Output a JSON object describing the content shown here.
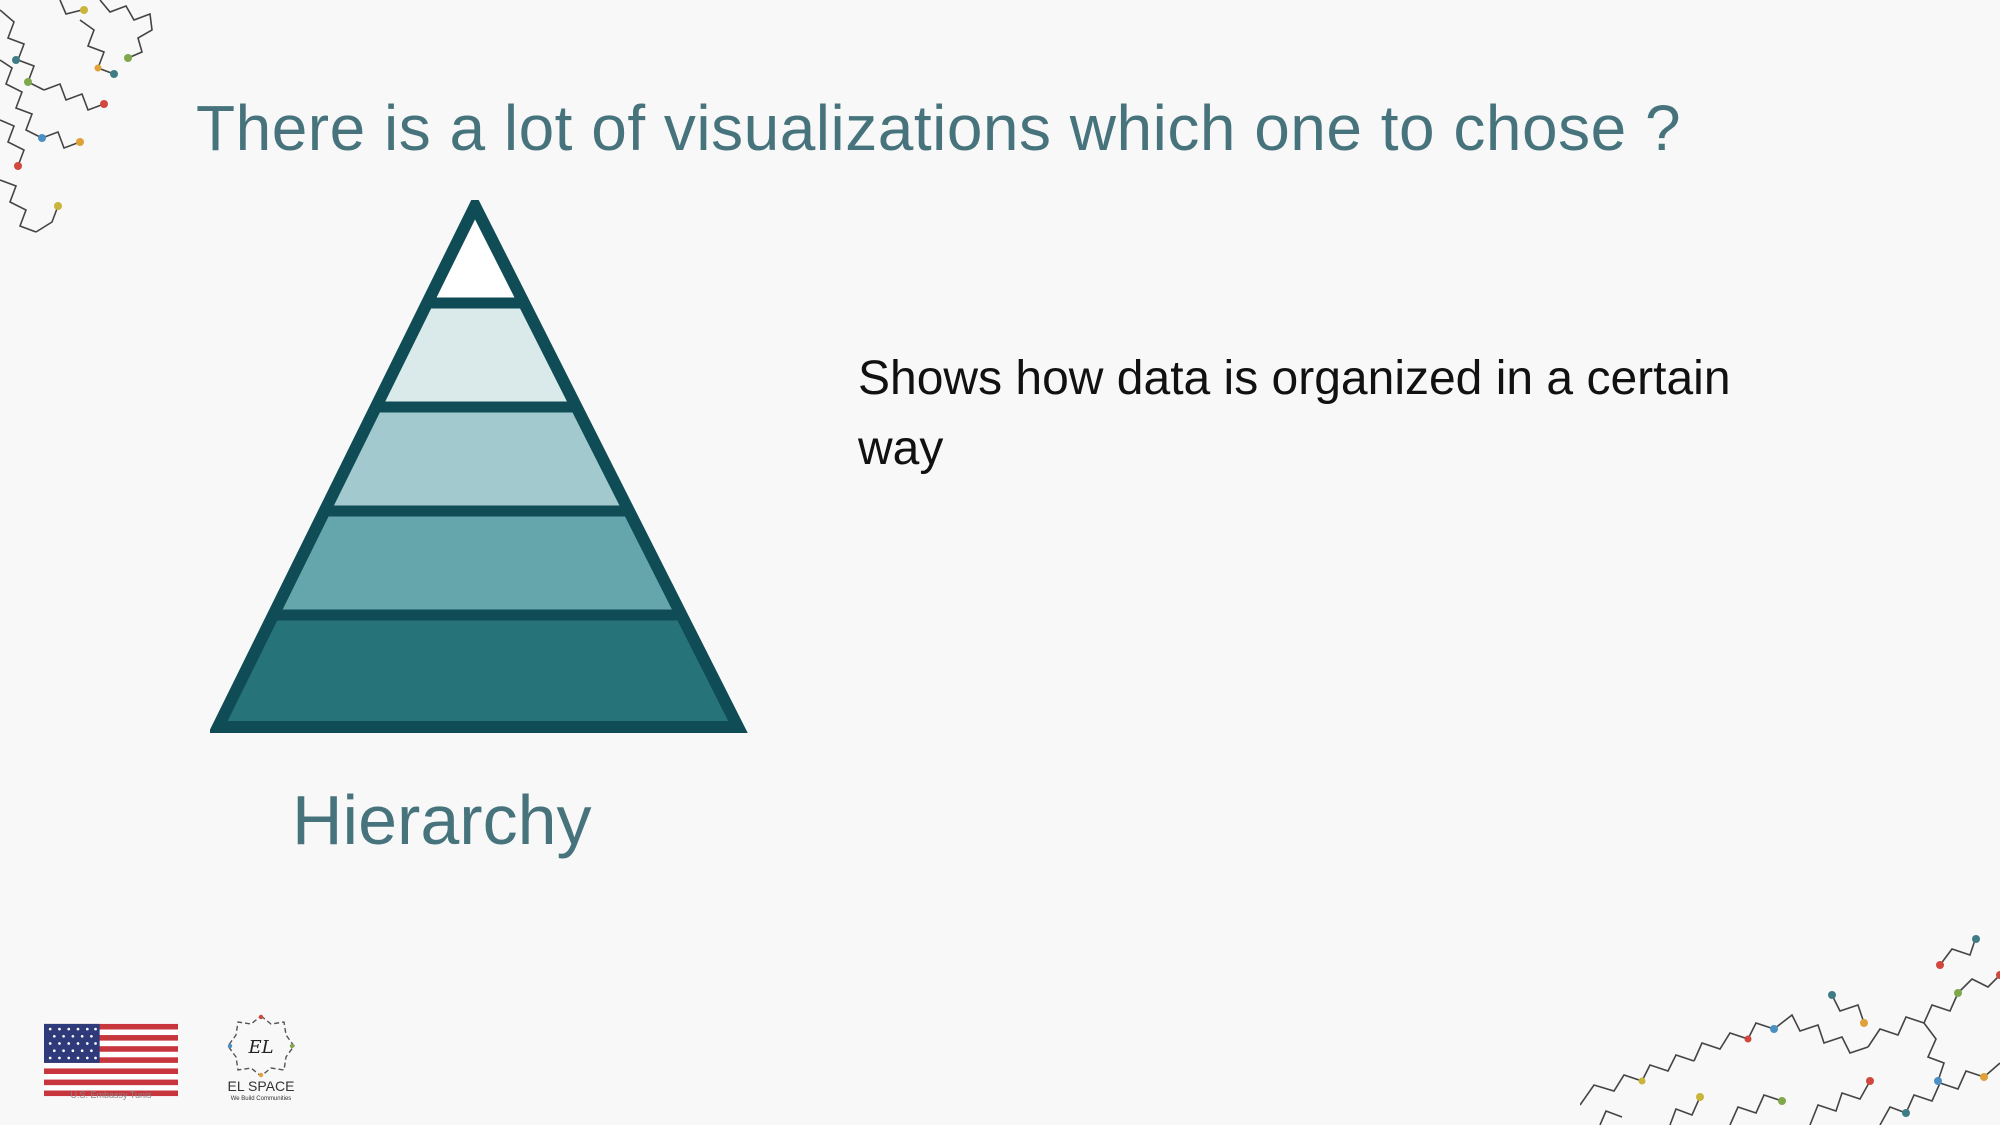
{
  "slide": {
    "title": "There is a lot of visualizations which one to chose ?",
    "pyramid_label": "Hierarchy",
    "description": "Shows how data is organized in a certain way"
  },
  "pyramid": {
    "outline_color": "#0f4c55",
    "level_colors": [
      "#ffffff",
      "#daeaea",
      "#a2cace",
      "#64a6ab",
      "#27737a"
    ]
  },
  "footer": {
    "flag_caption": "U.S. Embassy Tunis",
    "logo_monogram": "EL",
    "logo_name": "EL SPACE",
    "logo_tagline": "We Build Communities"
  },
  "decoration": {
    "dot_colors": [
      "#c8b53a",
      "#3f7d86",
      "#7fa84a",
      "#e0a03a",
      "#d0483e",
      "#4a90c2"
    ]
  }
}
